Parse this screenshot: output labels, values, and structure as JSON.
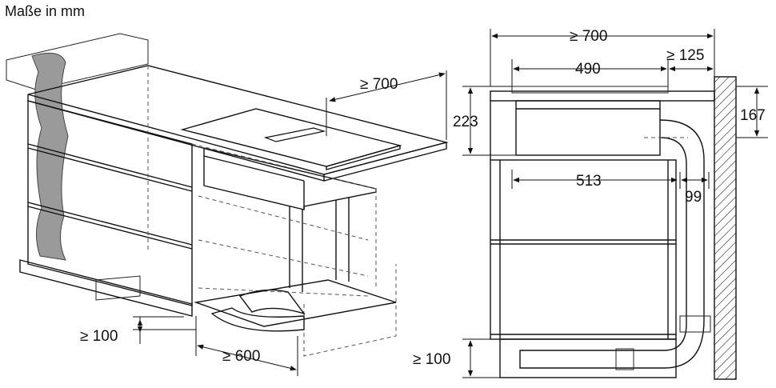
{
  "title": "Maße in mm",
  "dims": {
    "left_width": "≥ 700",
    "left_bottom_clearance": "≥ 100",
    "left_depth": "≥ 600",
    "right_total_depth": "≥ 700",
    "right_hob_width": "490",
    "right_wall_gap": "≥ 125",
    "right_height": "223",
    "right_side_height": "167",
    "right_inner_depth": "513",
    "right_duct": "99",
    "right_bottom_clearance": "≥ 100"
  }
}
